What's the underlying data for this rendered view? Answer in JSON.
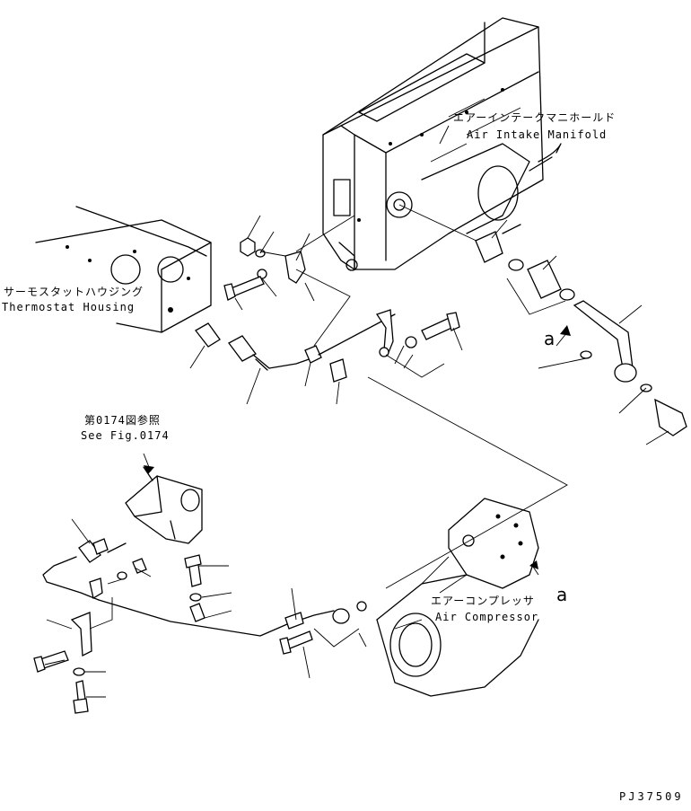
{
  "labels": {
    "air_intake_manifold_jp": "エアーインテークマニホールド",
    "air_intake_manifold_en": "Air Intake Manifold",
    "thermostat_housing_jp": "サーモスタットハウジング",
    "thermostat_housing_en": "Thermostat Housing",
    "see_fig_jp": "第0174図参照",
    "see_fig_en": "See Fig.0174",
    "air_compressor_jp": "エアーコンプレッサ",
    "air_compressor_en": "Air Compressor",
    "ref_mark_upper": "a",
    "ref_mark_lower": "a",
    "drawing_code": "PJ37509"
  }
}
